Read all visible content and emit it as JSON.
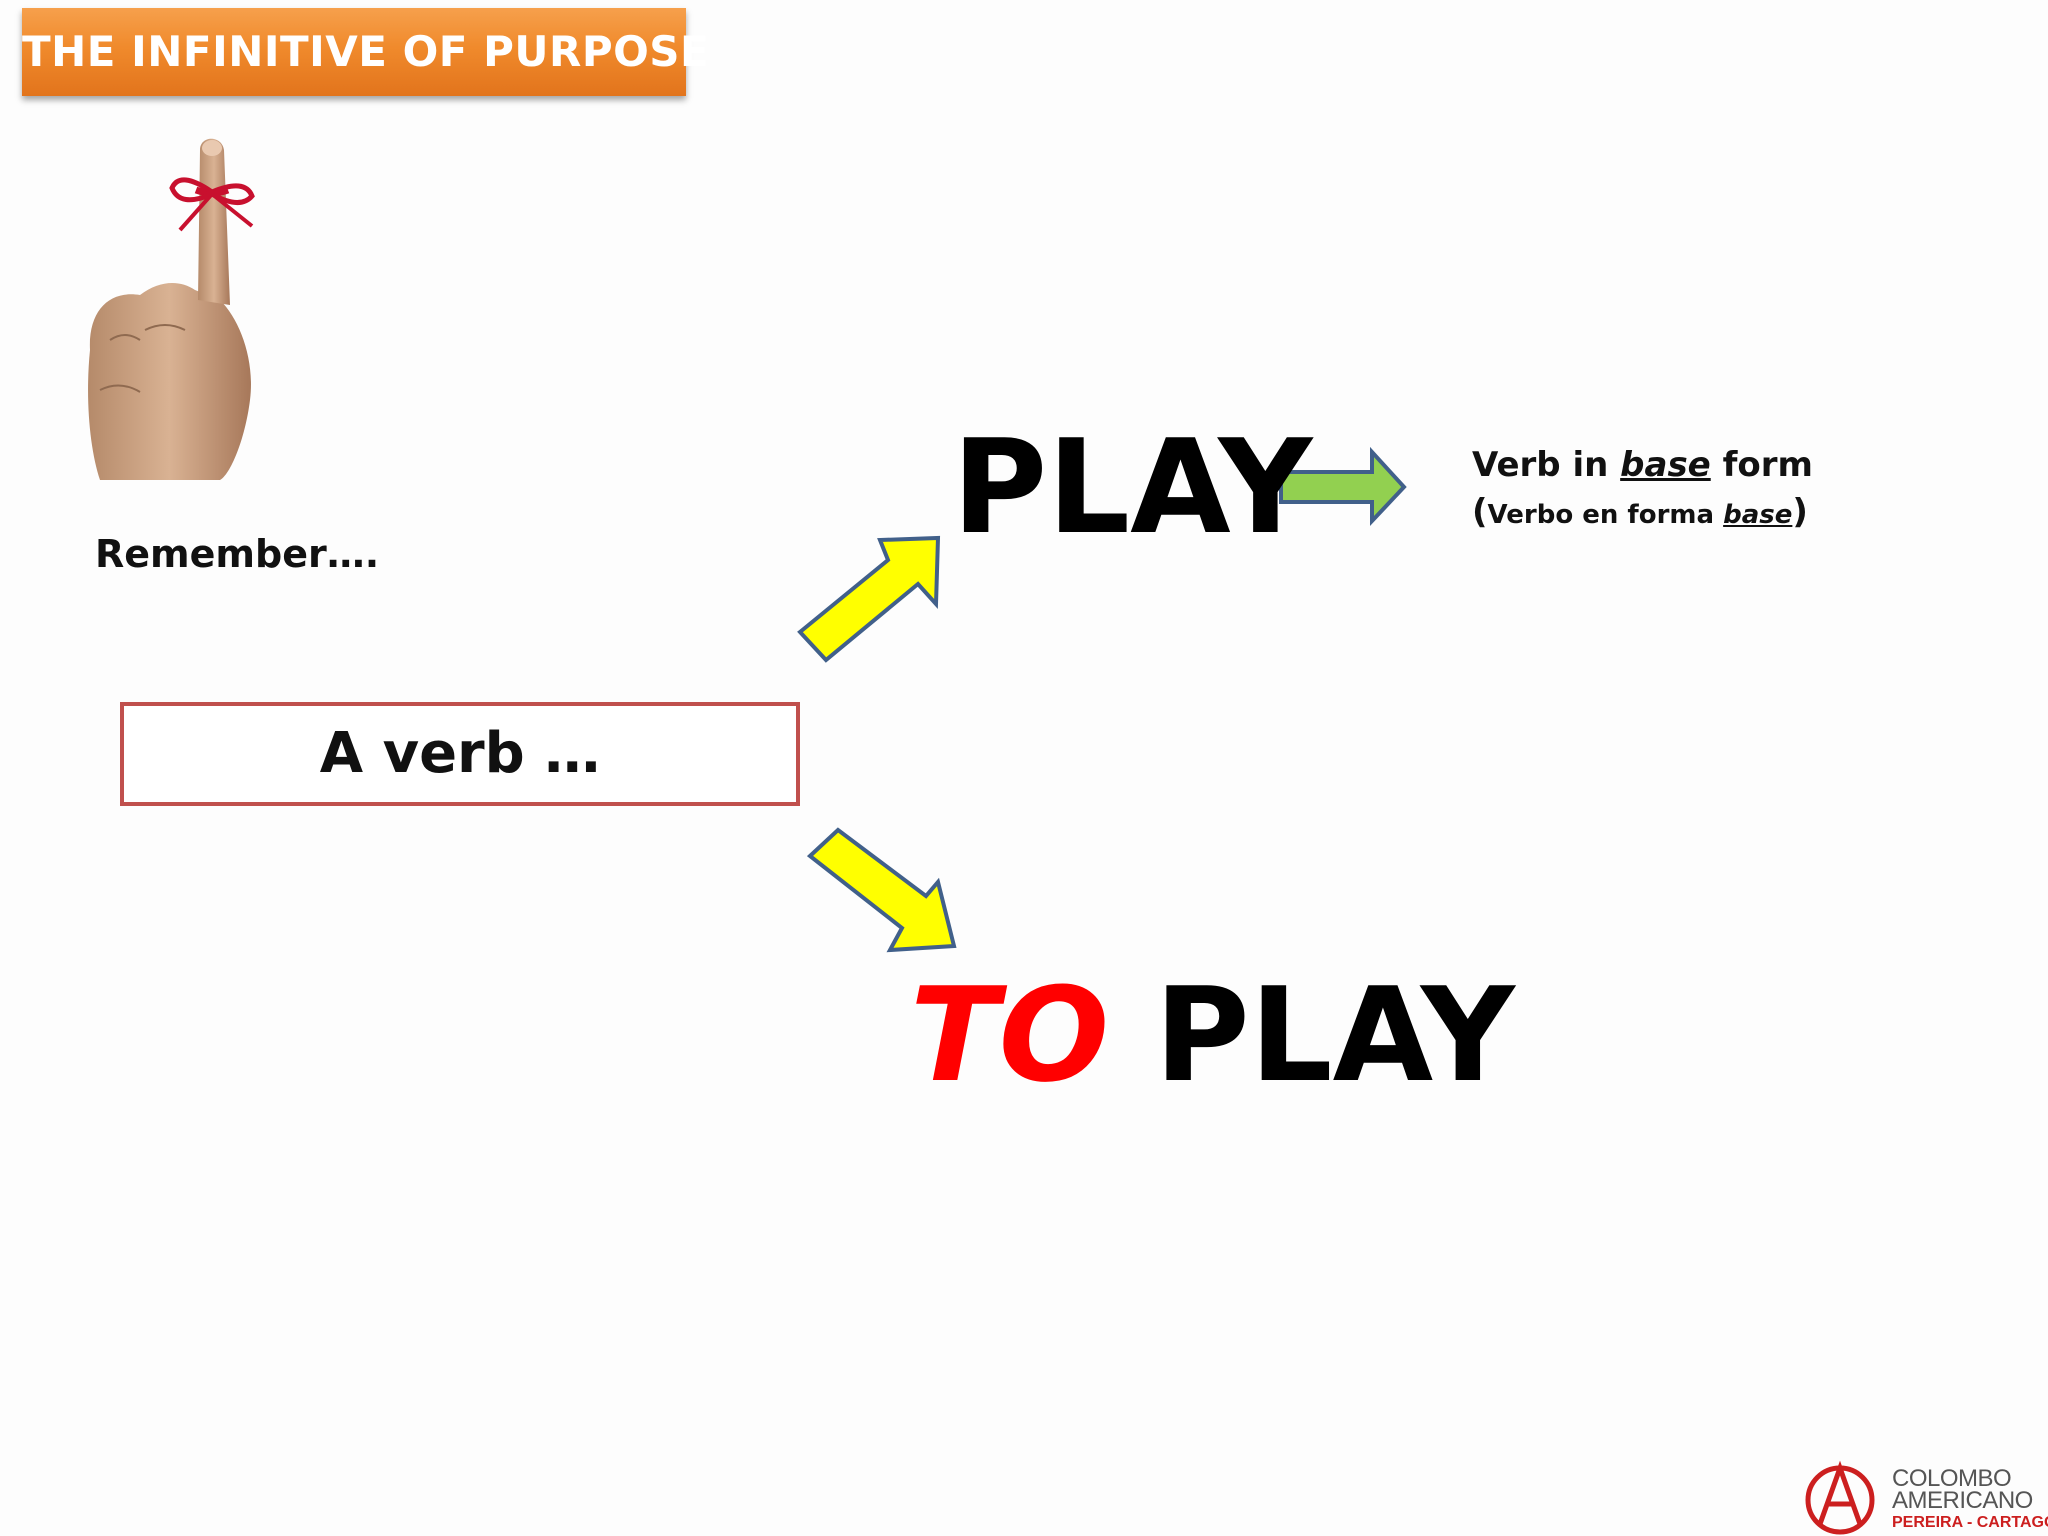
{
  "title": "THE INFINITIVE OF PURPOSE",
  "remember": "Remember….",
  "verb_box": "A verb …",
  "play_top": "PLAY",
  "to_play": {
    "to": "TO",
    "play": "PLAY"
  },
  "verb_desc": {
    "line1_pre": "Verb in ",
    "line1_em": "base",
    "line1_post": " form",
    "line2_open": "(",
    "line2_pre": "Verbo en forma ",
    "line2_em": "base",
    "line2_close": ")"
  },
  "logo": {
    "line1": "COLOMBO",
    "line2": "AMERICANO",
    "line3": "PEREIRA - CARTAGO"
  },
  "colors": {
    "banner": "#f08a2c",
    "yellow_arrow": "#ffff00",
    "green_arrow": "#92d050",
    "arrow_outline": "#41608a",
    "box_border": "#c0504d",
    "to_red": "#ff0000"
  },
  "icons": [
    "hand-ribbon-finger-image",
    "colombo-americano-logo-icon"
  ]
}
